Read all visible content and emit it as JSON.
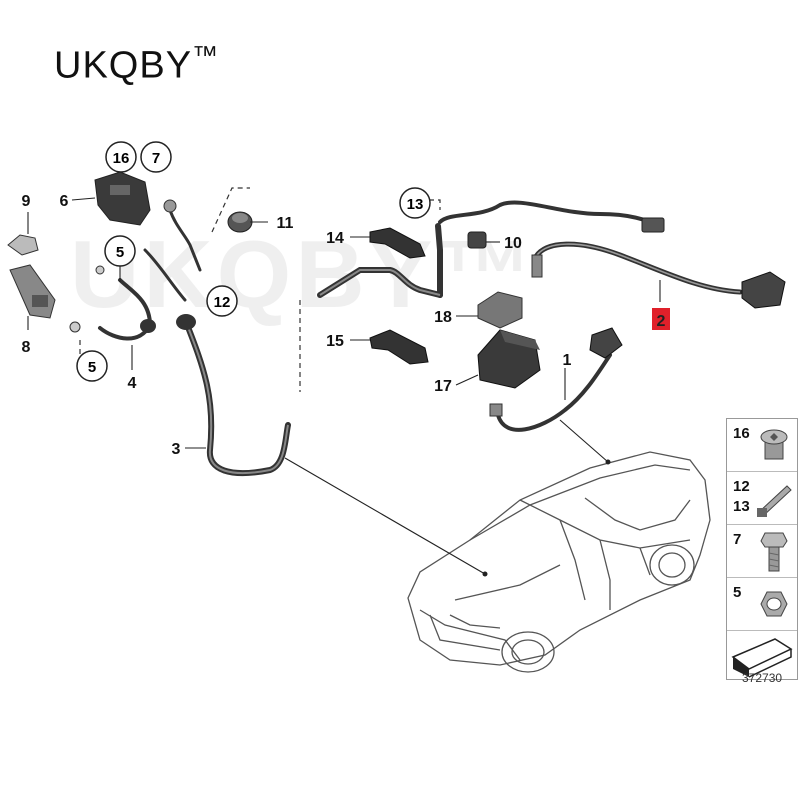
{
  "brand": {
    "name": "UKQBY",
    "mark": "™"
  },
  "watermark": "UKQBY™",
  "diagram_id": "372730",
  "callouts": {
    "p1": "1",
    "p2": "2",
    "p3": "3",
    "p4": "4",
    "p5a": "5",
    "p5b": "5",
    "p6": "6",
    "p7": "7",
    "p8": "8",
    "p9": "9",
    "p10": "10",
    "p11": "11",
    "p12": "12",
    "p13": "13",
    "p14": "14",
    "p15": "15",
    "p16": "16",
    "p17": "17",
    "p18": "18"
  },
  "legend": {
    "row1": "16",
    "row2a": "12",
    "row2b": "13",
    "row3": "7",
    "row4": "5"
  },
  "colors": {
    "highlight": "#e0202a",
    "line": "#222222",
    "part_fill": "#555555"
  }
}
